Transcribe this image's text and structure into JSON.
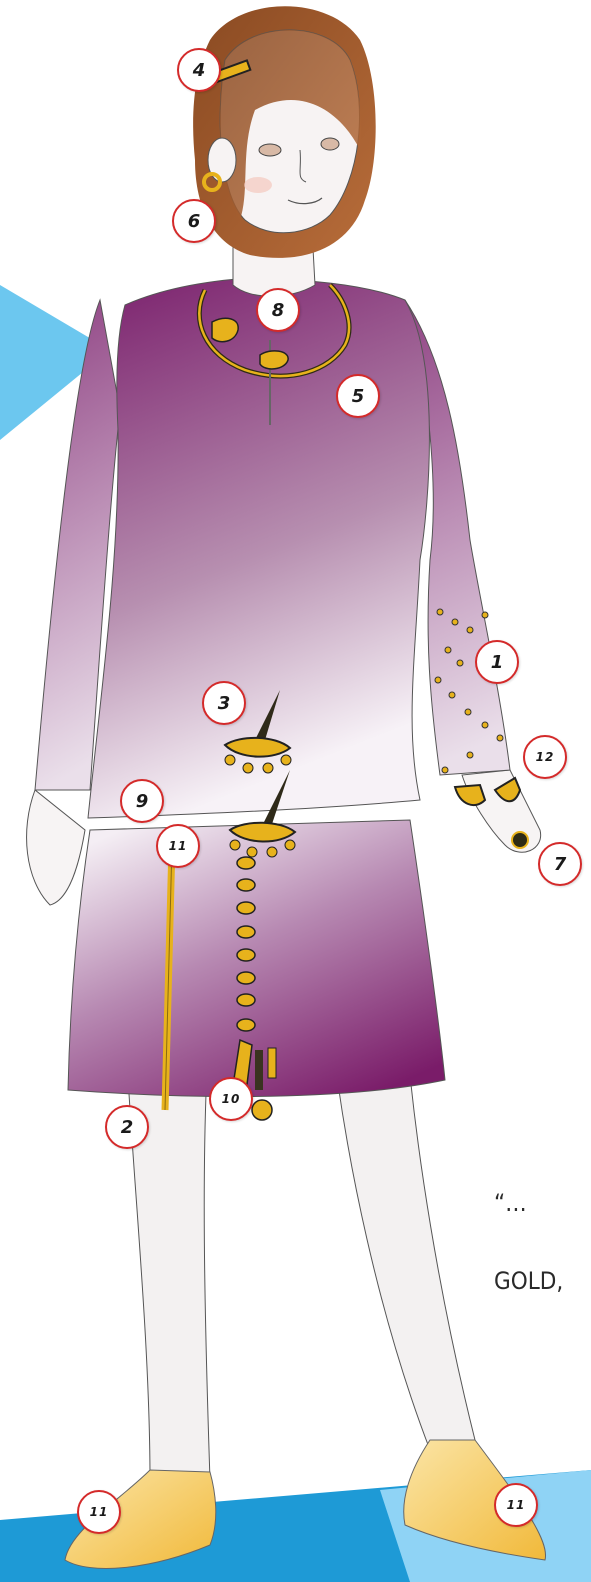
{
  "markers": [
    {
      "id": "marker-1",
      "label": "1"
    },
    {
      "id": "marker-2",
      "label": "2"
    },
    {
      "id": "marker-3",
      "label": "3"
    },
    {
      "id": "marker-4",
      "label": "4"
    },
    {
      "id": "marker-5",
      "label": "5"
    },
    {
      "id": "marker-6",
      "label": "6"
    },
    {
      "id": "marker-7",
      "label": "7"
    },
    {
      "id": "marker-8",
      "label": "8"
    },
    {
      "id": "marker-9",
      "label": "9"
    },
    {
      "id": "marker-10",
      "label": "10"
    },
    {
      "id": "marker-11a",
      "label": "11"
    },
    {
      "id": "marker-11b",
      "label": "11"
    },
    {
      "id": "marker-11c",
      "label": "11"
    },
    {
      "id": "marker-12",
      "label": "12"
    }
  ],
  "quote": {
    "line1": "“…",
    "line2": "GOLD,"
  },
  "colors": {
    "tunic_dark": "#7a1f6c",
    "tunic_light": "#f3eef5",
    "hair": "#8a4a22",
    "gold": "#e7b21c",
    "marker_border": "#d42a2a",
    "floor_blue": "#1e9ad6",
    "light_blue": "#6cc7ef"
  }
}
